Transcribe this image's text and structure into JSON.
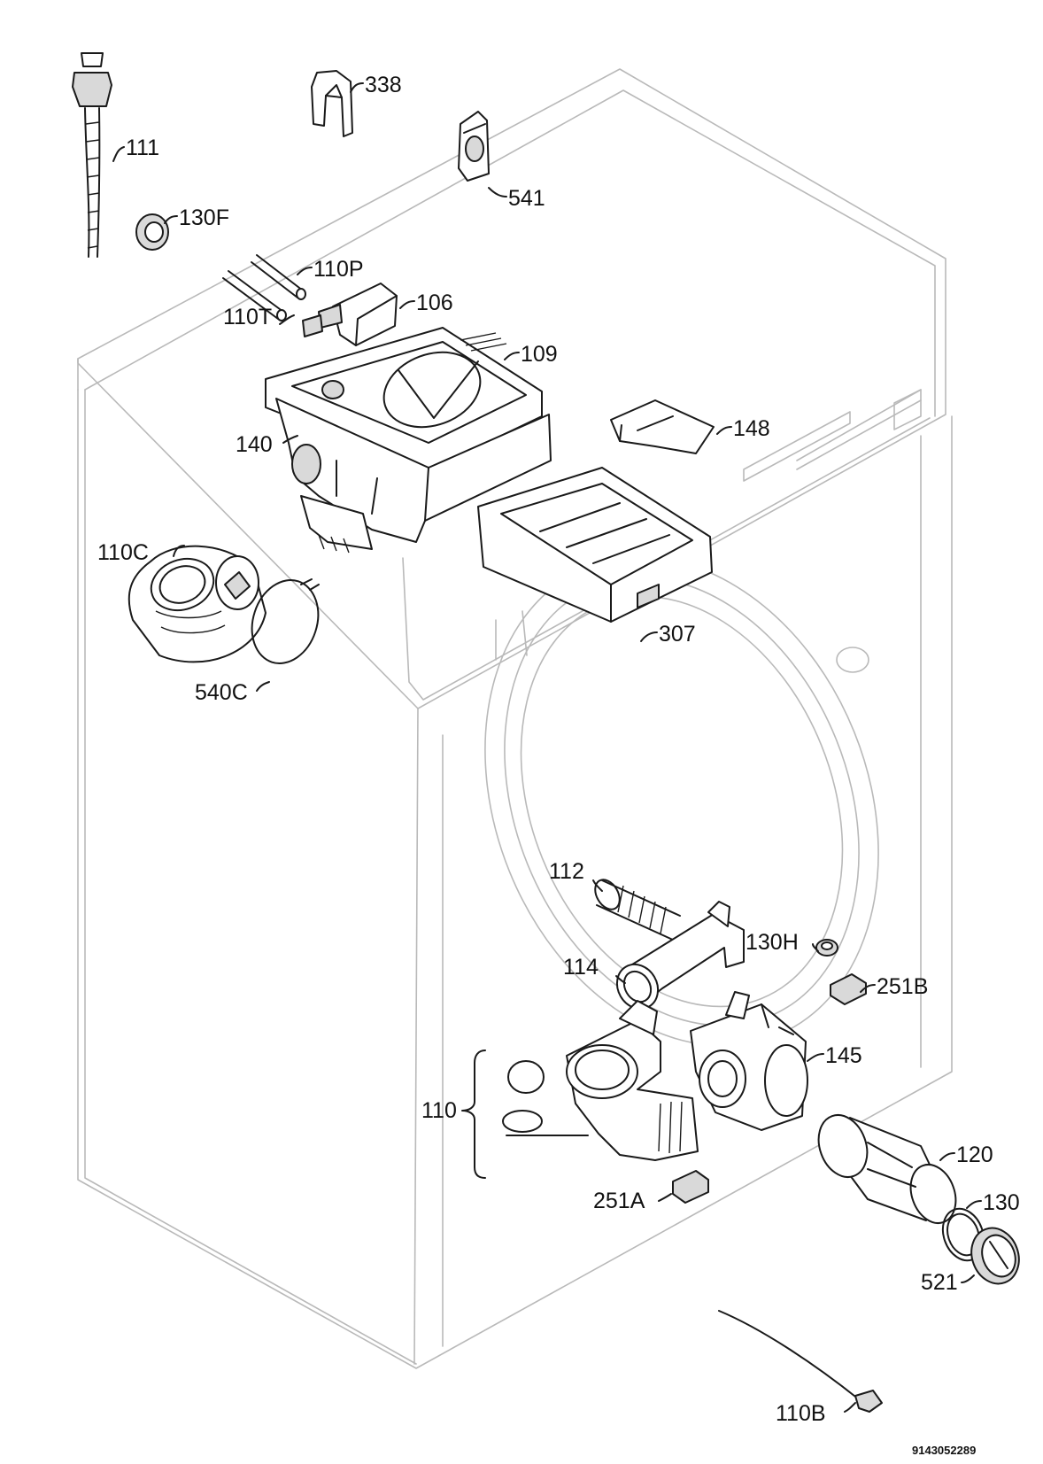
{
  "diagram": {
    "document_number": "9143052289",
    "parts": [
      {
        "id": "p111",
        "label": "111"
      },
      {
        "id": "p338",
        "label": "338"
      },
      {
        "id": "p541",
        "label": "541"
      },
      {
        "id": "p130F",
        "label": "130F"
      },
      {
        "id": "p110P",
        "label": "110P"
      },
      {
        "id": "p110T",
        "label": "110T"
      },
      {
        "id": "p106",
        "label": "106"
      },
      {
        "id": "p109",
        "label": "109"
      },
      {
        "id": "p140",
        "label": "140"
      },
      {
        "id": "p148",
        "label": "148"
      },
      {
        "id": "p110C",
        "label": "110C"
      },
      {
        "id": "p540C",
        "label": "540C"
      },
      {
        "id": "p307",
        "label": "307"
      },
      {
        "id": "p112",
        "label": "112"
      },
      {
        "id": "p114",
        "label": "114"
      },
      {
        "id": "p130H",
        "label": "130H"
      },
      {
        "id": "p251B",
        "label": "251B"
      },
      {
        "id": "p145",
        "label": "145"
      },
      {
        "id": "p110",
        "label": "110"
      },
      {
        "id": "p120",
        "label": "120"
      },
      {
        "id": "p251A",
        "label": "251A"
      },
      {
        "id": "p130",
        "label": "130"
      },
      {
        "id": "p521",
        "label": "521"
      },
      {
        "id": "p110B",
        "label": "110B"
      }
    ]
  }
}
